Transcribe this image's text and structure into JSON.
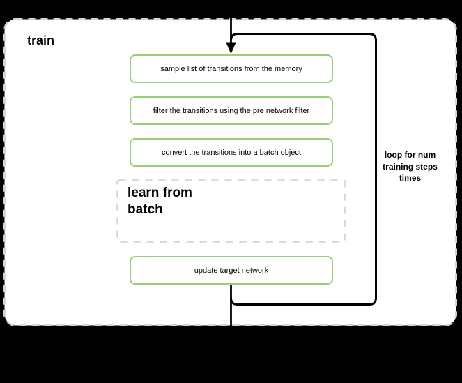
{
  "container": {
    "label": "train"
  },
  "steps": [
    "sample list of transitions from the memory",
    "filter the transitions using the pre network filter",
    "convert the transitions into a batch object"
  ],
  "subprocess": {
    "line1": "learn from",
    "line2": "batch"
  },
  "final_step": "update target network",
  "loop_annotation": {
    "line1": "loop for num",
    "line2": "training steps",
    "line3": "times"
  },
  "colors": {
    "canvas_background": "#000000",
    "container_background": "#ffffff",
    "container_border": "#d5d5d5",
    "subprocess_border": "#d5d5d5",
    "step_border": "#97d077",
    "flow_line": "#000000",
    "text": "#000000"
  }
}
